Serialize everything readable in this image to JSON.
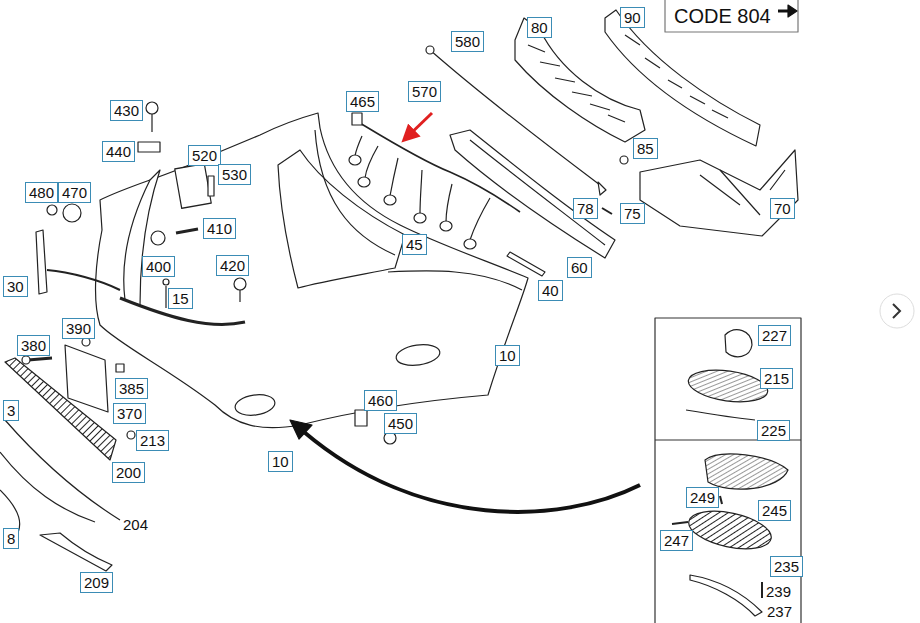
{
  "diagram": {
    "labels": [
      "CODE 804",
      "90",
      "80",
      "580",
      "570",
      "465",
      "430",
      "85",
      "440",
      "520",
      "530",
      "480",
      "470",
      "78",
      "75",
      "70",
      "410",
      "45",
      "400",
      "420",
      "60",
      "30",
      "40",
      "15",
      "390",
      "227",
      "380",
      "10",
      "215",
      "385",
      "460",
      "3",
      "370",
      "450",
      "225",
      "213",
      "10",
      "200",
      "249",
      "245",
      "204",
      "247",
      "8",
      "235",
      "209",
      "239",
      "237"
    ]
  }
}
